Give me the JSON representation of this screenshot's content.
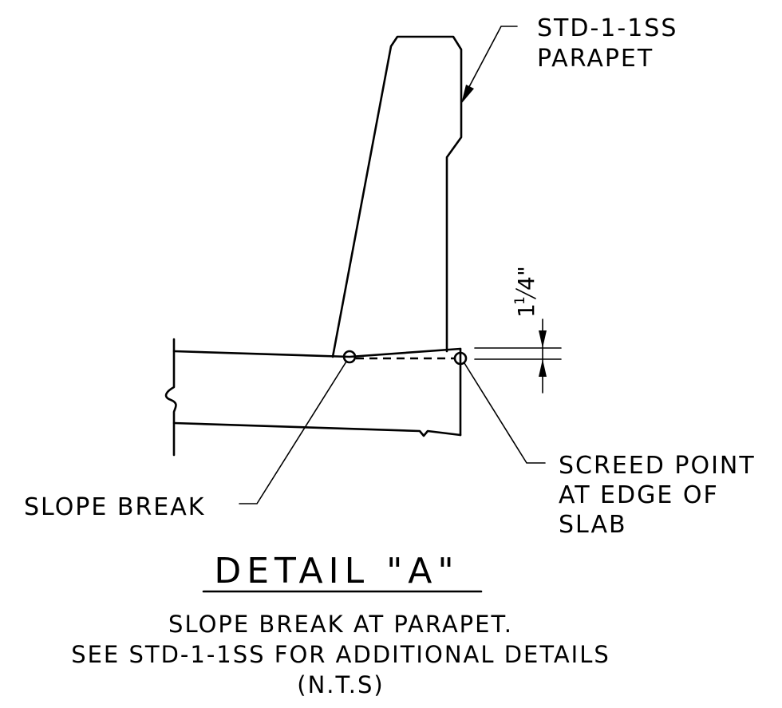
{
  "callouts": {
    "parapet_line1": "STD-1-1SS",
    "parapet_line2": "PARAPET",
    "screed_line1": "SCREED POINT",
    "screed_line2": "AT EDGE OF",
    "screed_line3": "SLAB",
    "slope_break": "SLOPE BREAK"
  },
  "dimension": {
    "whole": "1",
    "numerator": "1",
    "denominator": "4",
    "unit": "\""
  },
  "title": "DETAIL \"A\"",
  "notes": {
    "line1": "SLOPE BREAK AT PARAPET.",
    "line2": "SEE STD-1-1SS FOR ADDITIONAL DETAILS",
    "line3": "(N.T.S)"
  }
}
